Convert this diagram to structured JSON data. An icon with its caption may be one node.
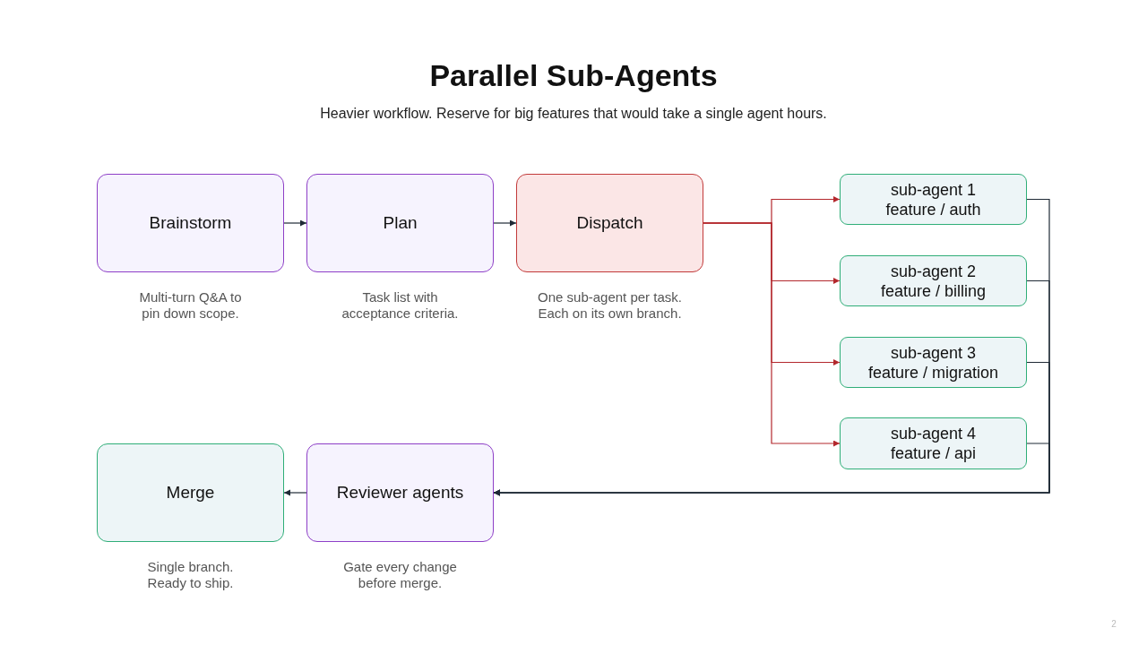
{
  "diagram": {
    "title": "Parallel Sub-Agents",
    "nodes": [
      {
        "text": [
          "Brainstorm"
        ],
        "beside": [
          "Multi-turn Q&A to pin down scope."
        ]
      },
      {
        "text": [
          "Plan"
        ],
        "beside": [
          "Task list with acceptance criteria."
        ]
      },
      {
        "text": [
          "Dispatch"
        ],
        "beside": [
          "One sub-agent per task. Each on its own branch."
        ]
      },
      {
        "text": [
          "sub-agent 1",
          "feature / auth"
        ]
      },
      {
        "text": [
          "sub-agent 2",
          "feature / billing"
        ]
      },
      {
        "text": [
          "sub-agent 3",
          "feature / migration"
        ]
      },
      {
        "text": [
          "sub-agent 4",
          "feature / api"
        ]
      },
      {
        "text": [
          "Reviewer agents"
        ],
        "beside": [
          "Gate every change before merge."
        ]
      },
      {
        "text": [
          "Merge"
        ],
        "beside": [
          "Single branch. Ready to ship."
        ]
      }
    ],
    "edges": [
      {
        "from": 0,
        "to": 1,
        "arrow": "to"
      },
      {
        "from": 1,
        "to": 2,
        "arrow": "to"
      },
      {
        "from": 2,
        "to": 3,
        "arrow": "to",
        "color": "#b3282d"
      },
      {
        "from": 2,
        "to": 4,
        "arrow": "to",
        "color": "#b3282d"
      },
      {
        "from": 2,
        "to": 5,
        "arrow": "to",
        "color": "#b3282d"
      },
      {
        "from": 2,
        "to": 6,
        "arrow": "to",
        "color": "#b3282d"
      },
      {
        "from": 3,
        "to": 7,
        "arrow": "to"
      },
      {
        "from": 4,
        "to": 7,
        "arrow": "to"
      },
      {
        "from": 5,
        "to": 7,
        "arrow": "to"
      },
      {
        "from": 6,
        "to": 7,
        "arrow": "to"
      },
      {
        "from": 7,
        "to": 8,
        "arrow": "to"
      }
    ],
    "labels": [
      "Heavier workflow. Reserve for big features that would take a single agent hours.",
      "2"
    ]
  }
}
